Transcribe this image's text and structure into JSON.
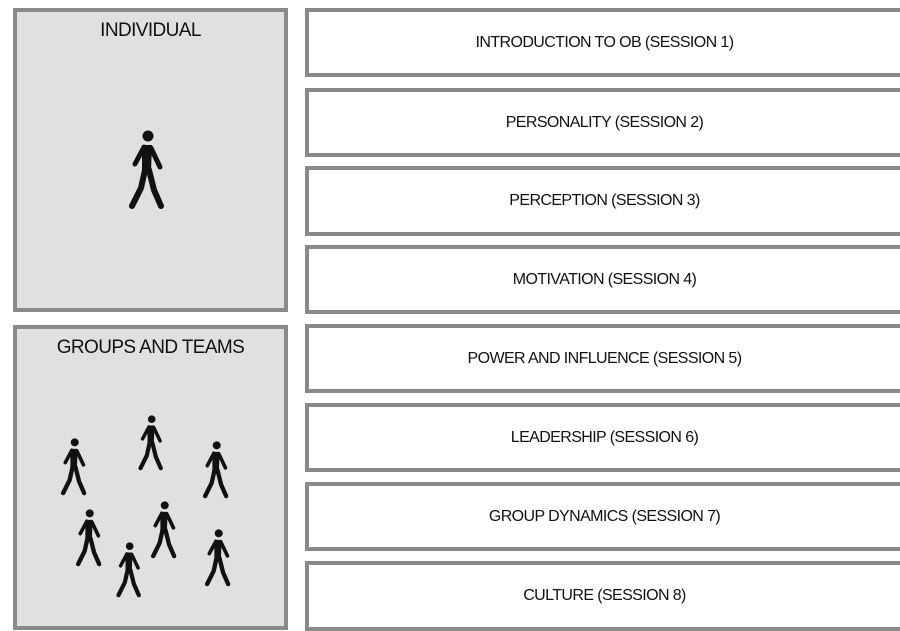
{
  "individual": {
    "title": "INDIVIDUAL",
    "icon": "walking-person-icon"
  },
  "groups": {
    "title": "GROUPS AND TEAMS",
    "icon": "walking-people-group-icon"
  },
  "sessions": [
    {
      "label": "INTRODUCTION TO OB (SESSION 1)"
    },
    {
      "label": "PERSONALITY (SESSION 2)"
    },
    {
      "label": "PERCEPTION (SESSION 3)"
    },
    {
      "label": "MOTIVATION (SESSION 4)"
    },
    {
      "label": "POWER AND INFLUENCE (SESSION 5)"
    },
    {
      "label": "LEADERSHIP (SESSION 6)"
    },
    {
      "label": "GROUP DYNAMICS (SESSION 7)"
    },
    {
      "label": "CULTURE (SESSION 8)"
    }
  ],
  "colors": {
    "panel_fill": "#e0e0e0",
    "border": "#8a8a8a",
    "text": "#111111"
  }
}
